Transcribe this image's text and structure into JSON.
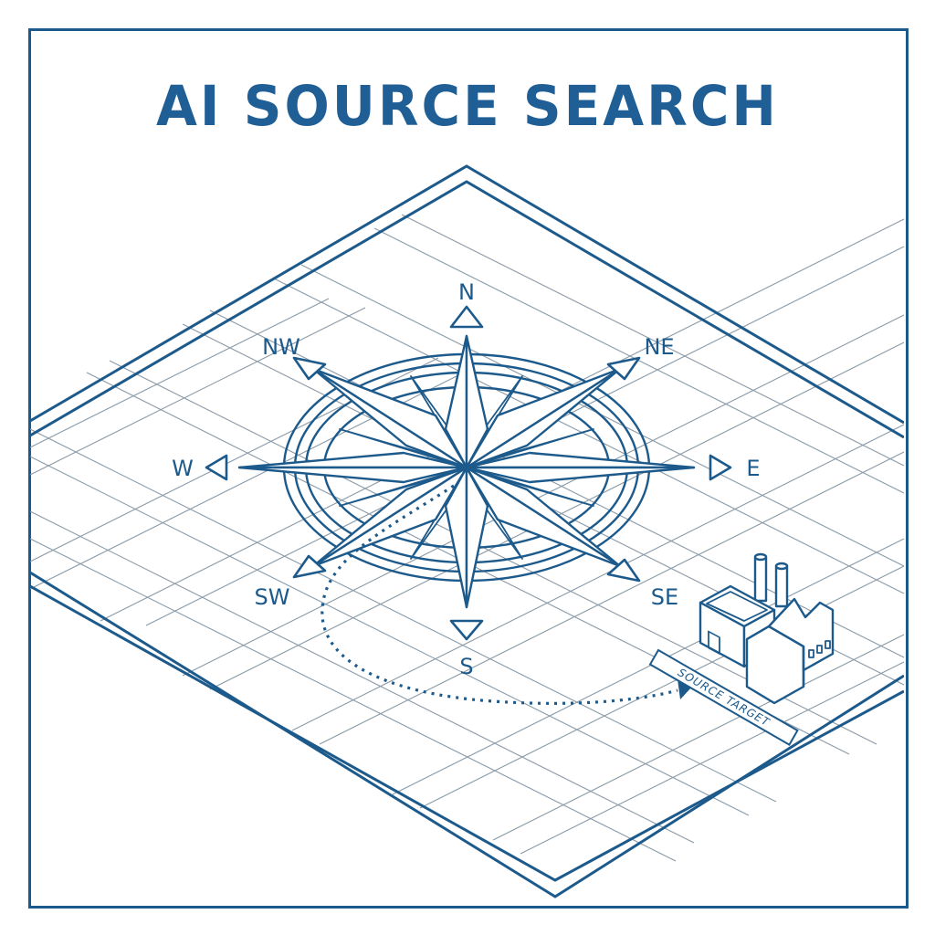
{
  "title": "AI SOURCE SEARCH",
  "compass": {
    "directions": [
      {
        "key": "N",
        "label": "N"
      },
      {
        "key": "NE",
        "label": "NE"
      },
      {
        "key": "E",
        "label": "E"
      },
      {
        "key": "SE",
        "label": "SE"
      },
      {
        "key": "S",
        "label": "S"
      },
      {
        "key": "SW",
        "label": "SW"
      },
      {
        "key": "W",
        "label": "W"
      },
      {
        "key": "NW",
        "label": "NW"
      }
    ]
  },
  "target": {
    "label": "SOURCE TARGET",
    "icon": "factory-icon"
  },
  "path": {
    "style": "dotted",
    "from": "compass-center",
    "to": "source-target"
  },
  "colors": {
    "primary": "#1d5a8c",
    "title": "#1f5f96",
    "grid": "#8a9aa8",
    "background": "#ffffff"
  }
}
